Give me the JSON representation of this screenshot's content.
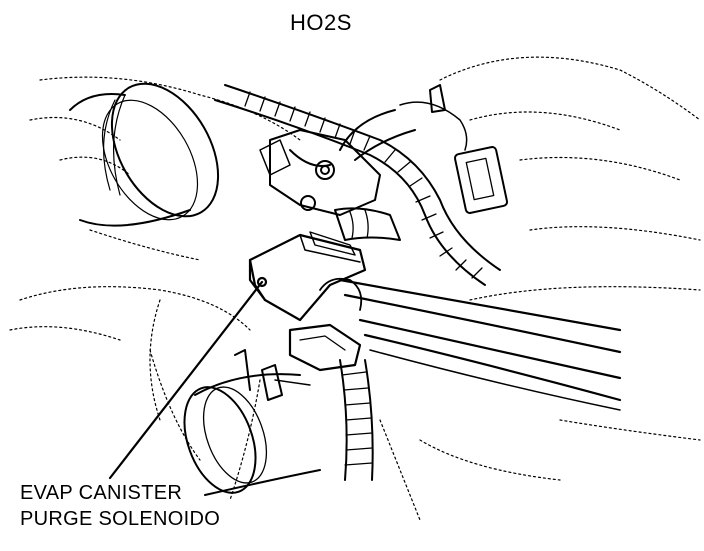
{
  "labels": {
    "top": "HO2S",
    "callout_line1": "EVAP CANISTER",
    "callout_line2": "PURGE SOLENOIDO"
  },
  "colors": {
    "ink": "#000000",
    "paper": "#ffffff"
  }
}
